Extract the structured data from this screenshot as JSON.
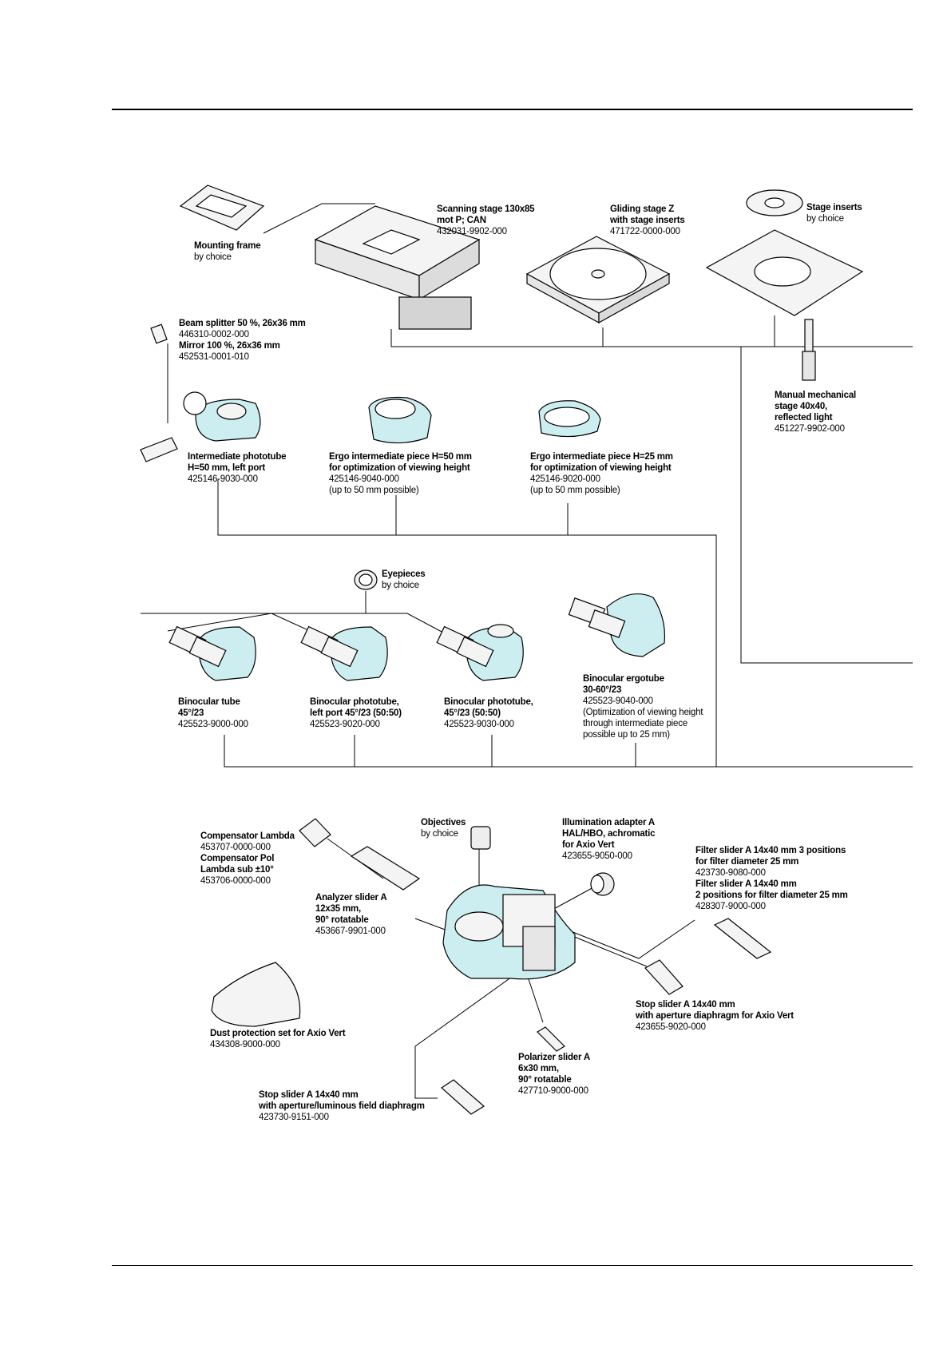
{
  "components": {
    "mounting_frame": {
      "lines": [
        {
          "t": "Mounting frame",
          "b": true
        },
        {
          "t": "by choice",
          "b": false
        }
      ]
    },
    "scanning_stage": {
      "lines": [
        {
          "t": "Scanning stage 130x85",
          "b": true
        },
        {
          "t": "mot P; CAN",
          "b": true
        },
        {
          "t": "432031-9902-000",
          "b": false
        }
      ]
    },
    "gliding_stage": {
      "lines": [
        {
          "t": "Gliding stage Z",
          "b": true
        },
        {
          "t": "with stage inserts",
          "b": true
        },
        {
          "t": "471722-0000-000",
          "b": false
        }
      ]
    },
    "stage_inserts": {
      "lines": [
        {
          "t": "Stage inserts",
          "b": true
        },
        {
          "t": "by choice",
          "b": false
        }
      ]
    },
    "beam_splitter": {
      "lines": [
        {
          "t": "Beam splitter 50 %, 26x36 mm",
          "b": true
        },
        {
          "t": "446310-0002-000",
          "b": false
        },
        {
          "t": "Mirror 100 %, 26x36 mm",
          "b": true
        },
        {
          "t": "452531-0001-010",
          "b": false
        }
      ]
    },
    "manual_stage": {
      "lines": [
        {
          "t": "Manual mechanical",
          "b": true
        },
        {
          "t": "stage 40x40,",
          "b": true
        },
        {
          "t": "reflected light",
          "b": true
        },
        {
          "t": "451227-9902-000",
          "b": false
        }
      ]
    },
    "intermediate_phototube": {
      "lines": [
        {
          "t": "Intermediate phototube",
          "b": true
        },
        {
          "t": "H=50 mm, left port",
          "b": true
        },
        {
          "t": "425146-9030-000",
          "b": false
        }
      ]
    },
    "ergo_piece_50": {
      "lines": [
        {
          "t": "Ergo intermediate piece H=50 mm",
          "b": true
        },
        {
          "t": "for optimization of viewing height",
          "b": true
        },
        {
          "t": "425146-9040-000",
          "b": false
        },
        {
          "t": "(up to 50 mm possible)",
          "b": false
        }
      ]
    },
    "ergo_piece_25": {
      "lines": [
        {
          "t": "Ergo intermediate piece H=25 mm",
          "b": true
        },
        {
          "t": "for optimization of viewing height",
          "b": true
        },
        {
          "t": "425146-9020-000",
          "b": false
        },
        {
          "t": "(up to 50 mm possible)",
          "b": false
        }
      ]
    },
    "eyepieces": {
      "lines": [
        {
          "t": "Eyepieces",
          "b": true
        },
        {
          "t": "by choice",
          "b": false
        }
      ]
    },
    "binocular_tube": {
      "lines": [
        {
          "t": "Binocular tube",
          "b": true
        },
        {
          "t": "45°/23",
          "b": true
        },
        {
          "t": "425523-9000-000",
          "b": false
        }
      ]
    },
    "binocular_phototube_left": {
      "lines": [
        {
          "t": "Binocular phototube,",
          "b": true
        },
        {
          "t": "left port 45°/23 (50:50)",
          "b": true
        },
        {
          "t": "425523-9020-000",
          "b": false
        }
      ]
    },
    "binocular_phototube": {
      "lines": [
        {
          "t": "Binocular phototube,",
          "b": true
        },
        {
          "t": "45°/23 (50:50)",
          "b": true
        },
        {
          "t": "425523-9030-000",
          "b": false
        }
      ]
    },
    "binocular_ergotube": {
      "lines": [
        {
          "t": "Binocular ergotube",
          "b": true
        },
        {
          "t": "30-60°/23",
          "b": true
        },
        {
          "t": "425523-9040-000",
          "b": false
        },
        {
          "t": "(Optimization of viewing height",
          "b": false
        },
        {
          "t": "through intermediate piece",
          "b": false
        },
        {
          "t": "possible up to 25 mm)",
          "b": false
        }
      ]
    },
    "compensators": {
      "lines": [
        {
          "t": "Compensator Lambda",
          "b": true
        },
        {
          "t": "453707-0000-000",
          "b": false
        },
        {
          "t": "Compensator Pol",
          "b": true
        },
        {
          "t": "Lambda sub ±10°",
          "b": true
        },
        {
          "t": "453706-0000-000",
          "b": false
        }
      ]
    },
    "objectives": {
      "lines": [
        {
          "t": "Objectives",
          "b": true
        },
        {
          "t": "by choice",
          "b": false
        }
      ]
    },
    "illumination_adapter": {
      "lines": [
        {
          "t": "Illumination adapter A",
          "b": true
        },
        {
          "t": "HAL/HBO, achromatic",
          "b": true
        },
        {
          "t": "for Axio Vert",
          "b": true
        },
        {
          "t": "423655-9050-000",
          "b": false
        }
      ]
    },
    "filter_sliders": {
      "lines": [
        {
          "t": "Filter slider A 14x40 mm 3 positions",
          "b": true
        },
        {
          "t": "for filter diameter 25 mm",
          "b": true
        },
        {
          "t": "423730-9080-000",
          "b": false
        },
        {
          "t": "Filter slider A 14x40 mm",
          "b": true
        },
        {
          "t": "2 positions for filter diameter 25 mm",
          "b": true
        },
        {
          "t": "428307-9000-000",
          "b": false
        }
      ]
    },
    "analyzer_slider": {
      "lines": [
        {
          "t": "Analyzer slider A",
          "b": true
        },
        {
          "t": "12x35 mm,",
          "b": true
        },
        {
          "t": "90° rotatable",
          "b": true
        },
        {
          "t": "453667-9901-000",
          "b": false
        }
      ]
    },
    "dust_protection": {
      "lines": [
        {
          "t": "Dust protection set for Axio Vert",
          "b": true
        },
        {
          "t": "434308-9000-000",
          "b": false
        }
      ]
    },
    "stop_slider_aperture": {
      "lines": [
        {
          "t": "Stop slider A 14x40 mm",
          "b": true
        },
        {
          "t": "with aperture diaphragm for Axio Vert",
          "b": true
        },
        {
          "t": "423655-9020-000",
          "b": false
        }
      ]
    },
    "polarizer_slider": {
      "lines": [
        {
          "t": "Polarizer slider A",
          "b": true
        },
        {
          "t": "6x30 mm,",
          "b": true
        },
        {
          "t": "90° rotatable",
          "b": true
        },
        {
          "t": "427710-9000-000",
          "b": false
        }
      ]
    },
    "stop_slider_luminous": {
      "lines": [
        {
          "t": "Stop slider A 14x40 mm",
          "b": true
        },
        {
          "t": "with aperture/luminous field diaphragm",
          "b": true
        },
        {
          "t": "423730-9151-000",
          "b": false
        }
      ]
    }
  },
  "colors": {
    "highlight": "#cdeef0",
    "line": "#000000",
    "fill": "#f4f4f4"
  }
}
